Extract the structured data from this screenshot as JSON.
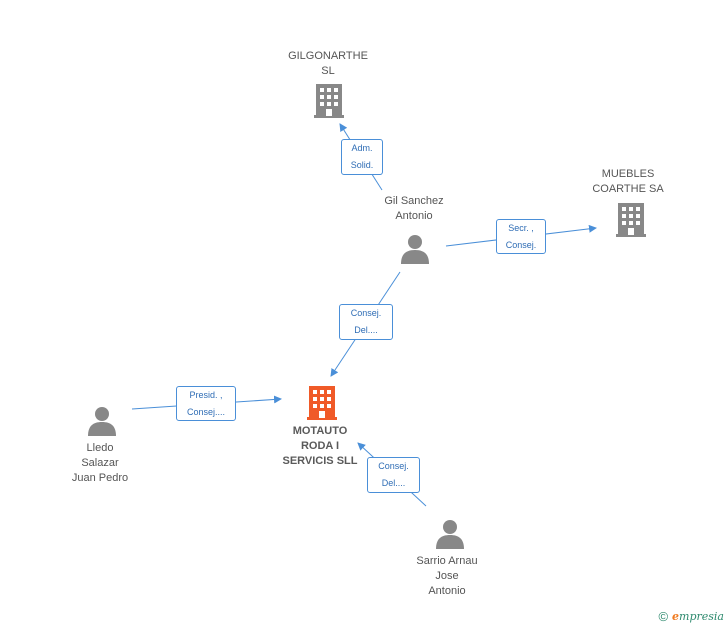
{
  "colors": {
    "building_gray": "#888888",
    "building_main": "#f05a28",
    "person_gray": "#888888",
    "edge_blue": "#4a8fd8",
    "label_gray": "#555555"
  },
  "nodes": {
    "gilgonarthe": {
      "label": "GILGONARTHE\nSL",
      "icon": "building-icon"
    },
    "muebles": {
      "label": "MUEBLES\nCOARTHE SA",
      "icon": "building-icon"
    },
    "motauto": {
      "label": "MOTAUTO\nRODA I\nSERVICIS SLL",
      "icon": "building-icon"
    },
    "gil": {
      "label": "Gil Sanchez\nAntonio",
      "icon": "person-icon"
    },
    "lledo": {
      "label": "Lledo\nSalazar\nJuan Pedro",
      "icon": "person-icon"
    },
    "sarrio": {
      "label": "Sarrio Arnau\nJose\nAntonio",
      "icon": "person-icon"
    }
  },
  "relations": {
    "gil_gilgonarthe": "Adm.\nSolid.",
    "gil_muebles": "Secr. ,\nConsej.",
    "gil_motauto": "Consej.\nDel....",
    "lledo_motauto": "Presid. ,\nConsej....",
    "sarrio_motauto": "Consej.\nDel...."
  },
  "footer": {
    "copyright": "©",
    "brand_e": "e",
    "brand_rest": "mpresia"
  }
}
